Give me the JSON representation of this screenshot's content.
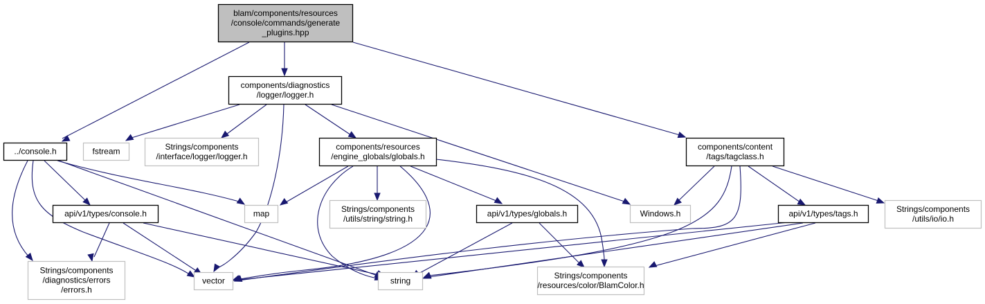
{
  "diagram": {
    "type": "include-dependency-graph",
    "colors": {
      "edge": "#191970",
      "root_fill": "#bfbfbf",
      "root_border": "#000000",
      "documented_border": "#000000",
      "external_border": "#bfbfbf",
      "node_fill": "#ffffff"
    },
    "nodes": [
      {
        "id": "root",
        "kind": "root",
        "lines": [
          "blam/components/resources",
          "/console/commands/generate",
          "_plugins.hpp"
        ]
      },
      {
        "id": "logger",
        "kind": "documented",
        "lines": [
          "components/diagnostics",
          "/logger/logger.h"
        ]
      },
      {
        "id": "console",
        "kind": "documented",
        "lines": [
          "../console.h"
        ]
      },
      {
        "id": "fstream",
        "kind": "external",
        "lines": [
          "fstream"
        ]
      },
      {
        "id": "ilogger",
        "kind": "external",
        "lines": [
          "Strings/components",
          "/interface/logger/logger.h"
        ]
      },
      {
        "id": "globals",
        "kind": "documented",
        "lines": [
          "components/resources",
          "/engine_globals/globals.h"
        ]
      },
      {
        "id": "tagclass",
        "kind": "documented",
        "lines": [
          "components/content",
          "/tags/tagclass.h"
        ]
      },
      {
        "id": "apiconsole",
        "kind": "documented",
        "lines": [
          "api/v1/types/console.h"
        ]
      },
      {
        "id": "map",
        "kind": "external",
        "lines": [
          "map"
        ]
      },
      {
        "id": "strstring",
        "kind": "external",
        "lines": [
          "Strings/components",
          "/utils/string/string.h"
        ]
      },
      {
        "id": "apiglobals",
        "kind": "documented",
        "lines": [
          "api/v1/types/globals.h"
        ]
      },
      {
        "id": "windows",
        "kind": "external",
        "lines": [
          "Windows.h"
        ]
      },
      {
        "id": "apitags",
        "kind": "documented",
        "lines": [
          "api/v1/types/tags.h"
        ]
      },
      {
        "id": "io",
        "kind": "external",
        "lines": [
          "Strings/components",
          "/utils/io/io.h"
        ]
      },
      {
        "id": "errors",
        "kind": "external",
        "lines": [
          "Strings/components",
          "/diagnostics/errors",
          "/errors.h"
        ]
      },
      {
        "id": "vector",
        "kind": "external",
        "lines": [
          "vector"
        ]
      },
      {
        "id": "string",
        "kind": "external",
        "lines": [
          "string"
        ]
      },
      {
        "id": "blamcolor",
        "kind": "external",
        "lines": [
          "Strings/components",
          "/resources/color/BlamColor.h"
        ]
      }
    ],
    "edges": [
      {
        "from": "root",
        "to": "console"
      },
      {
        "from": "root",
        "to": "logger"
      },
      {
        "from": "root",
        "to": "tagclass"
      },
      {
        "from": "logger",
        "to": "fstream"
      },
      {
        "from": "logger",
        "to": "ilogger"
      },
      {
        "from": "logger",
        "to": "vector"
      },
      {
        "from": "logger",
        "to": "globals"
      },
      {
        "from": "logger",
        "to": "windows"
      },
      {
        "from": "console",
        "to": "apiconsole"
      },
      {
        "from": "console",
        "to": "map"
      },
      {
        "from": "console",
        "to": "string"
      },
      {
        "from": "console",
        "to": "errors"
      },
      {
        "from": "console",
        "to": "vector"
      },
      {
        "from": "globals",
        "to": "map"
      },
      {
        "from": "globals",
        "to": "strstring"
      },
      {
        "from": "globals",
        "to": "apiglobals"
      },
      {
        "from": "globals",
        "to": "blamcolor"
      },
      {
        "from": "globals",
        "to": "string"
      },
      {
        "from": "globals",
        "to": "vector"
      },
      {
        "from": "apiconsole",
        "to": "errors"
      },
      {
        "from": "apiconsole",
        "to": "vector"
      },
      {
        "from": "apiconsole",
        "to": "string"
      },
      {
        "from": "apiglobals",
        "to": "string"
      },
      {
        "from": "apiglobals",
        "to": "blamcolor"
      },
      {
        "from": "tagclass",
        "to": "windows"
      },
      {
        "from": "tagclass",
        "to": "apitags"
      },
      {
        "from": "tagclass",
        "to": "io"
      },
      {
        "from": "tagclass",
        "to": "string"
      },
      {
        "from": "tagclass",
        "to": "vector"
      },
      {
        "from": "apitags",
        "to": "vector"
      },
      {
        "from": "apitags",
        "to": "string"
      },
      {
        "from": "apitags",
        "to": "blamcolor"
      }
    ]
  }
}
